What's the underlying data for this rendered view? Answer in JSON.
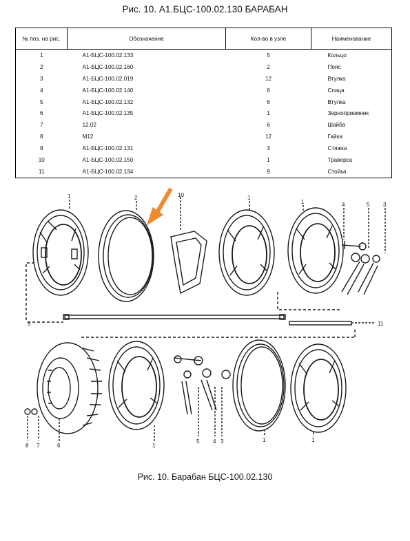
{
  "title": "Рис. 10.   А1.БЦС-100.02.130   БАРАБАН",
  "table": {
    "headers": [
      "№ поз. на рис.",
      "Обозначение",
      "Кол-во в узле",
      "Наименование"
    ],
    "rows": [
      [
        "1",
        "А1-БЦС-100.02.133",
        "5",
        "Кольцо"
      ],
      [
        "2",
        "А1-БЦС-100.02.160",
        "2",
        "Пояс"
      ],
      [
        "3",
        "А1-БЦС-100.02.019",
        "12",
        "Втулка"
      ],
      [
        "4",
        "А1-БЦС-100.02.140",
        "6",
        "Спица"
      ],
      [
        "5",
        "А1-БЦС-100.02.132",
        "6",
        "Втулка"
      ],
      [
        "6",
        "А1-БЦС-100.02.135",
        "1",
        "Зерноприемник"
      ],
      [
        "7",
        "12.02",
        "6",
        "Шайба"
      ],
      [
        "8",
        "М12",
        "12",
        "Гайка"
      ],
      [
        "9",
        "А1-БЦС-100.02.131",
        "3",
        "Стяжка"
      ],
      [
        "10",
        "А1-БЦС-100.02.150",
        "1",
        "Траверса"
      ],
      [
        "11",
        "А1-БЦС-100.02.134",
        "9",
        "Стойка"
      ]
    ]
  },
  "drawing": {
    "callouts": [
      "1",
      "2",
      "10",
      "1",
      "1",
      "4",
      "5",
      "3",
      "9",
      "11",
      "6",
      "7",
      "8",
      "1",
      "5",
      "4",
      "3",
      "1",
      "1"
    ],
    "arrow_color": "#f08a2c"
  },
  "caption": "Рис. 10. Барабан БЦС-100.02.130"
}
